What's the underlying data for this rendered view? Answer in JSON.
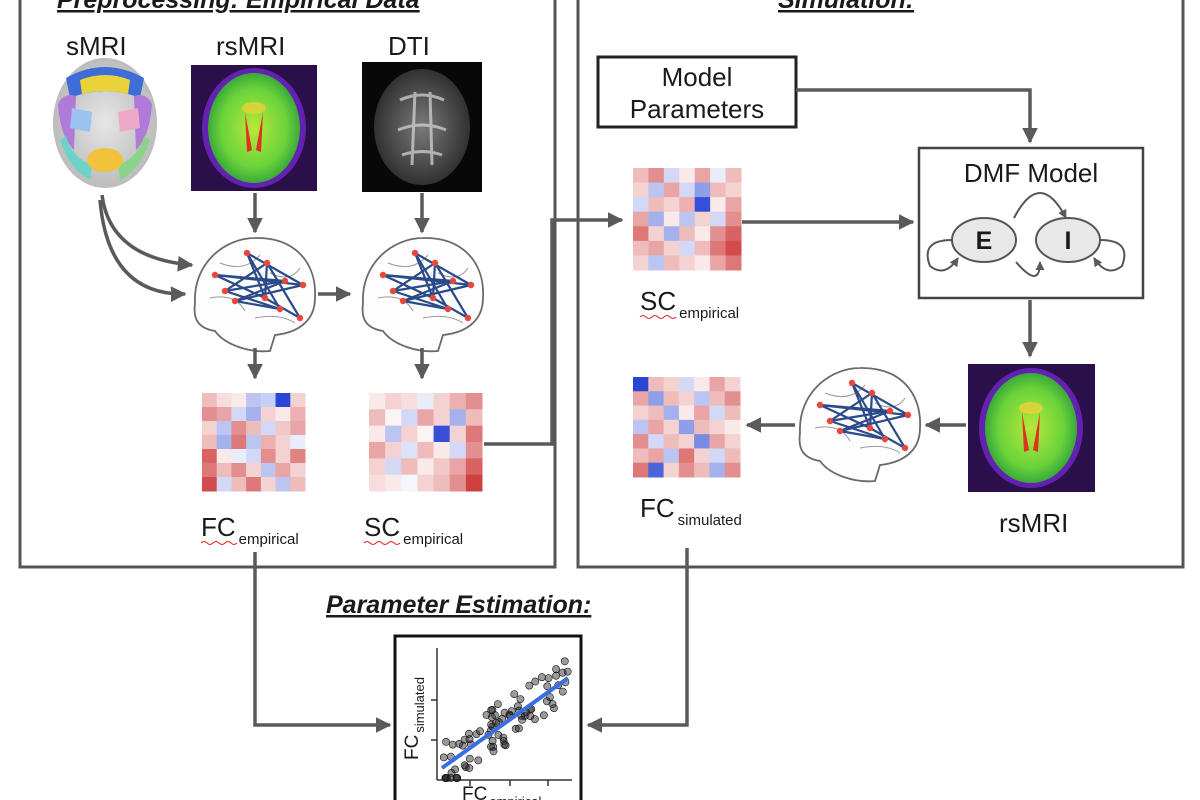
{
  "preprocessing": {
    "title": "Preprocessing: Empirical Data",
    "smri": "sMRI",
    "rsmri": "rsMRI",
    "dti": "DTI",
    "fc_main": "FC",
    "fc_sub": "empirical",
    "sc_main": "SC",
    "sc_sub": "empirical"
  },
  "simulation": {
    "title": "Simulation:",
    "model_params_line1": "Model",
    "model_params_line2": "Parameters",
    "dmf_title": "DMF Model",
    "node_e": "E",
    "node_i": "I",
    "sc_main": "SC",
    "sc_sub": "empirical",
    "fc_main": "FC",
    "fc_sub": "simulated",
    "rsmri": "rsMRI"
  },
  "estimation": {
    "title": "Parameter Estimation:",
    "ylabel_main": "FC",
    "ylabel_sub": "simulated",
    "xlabel_main": "FC",
    "xlabel_sub": "empirical"
  },
  "colors": {
    "frame": "#555555",
    "arrow": "#5a5a5a",
    "network_edge": "#2a4a8a",
    "network_node": "#e8473a",
    "fit_line": "#3a6fe0",
    "matrix_red": "#c81e1e",
    "matrix_blue": "#1e3cd2"
  },
  "matrices": {
    "fc_empirical": [
      [
        0.3,
        0.15,
        0.1,
        -0.3,
        -0.25,
        -0.95,
        0.2
      ],
      [
        0.5,
        0.4,
        -0.2,
        -0.4,
        0.2,
        0.1,
        0.35
      ],
      [
        0.2,
        -0.3,
        0.5,
        0.3,
        -0.2,
        0.25,
        0.4
      ],
      [
        0.3,
        -0.4,
        0.6,
        -0.3,
        0.35,
        0.2,
        -0.1
      ],
      [
        0.7,
        0.1,
        -0.1,
        -0.2,
        0.5,
        0.2,
        0.55
      ],
      [
        0.6,
        0.3,
        0.5,
        0.2,
        -0.3,
        0.4,
        0.2
      ],
      [
        0.8,
        -0.2,
        0.3,
        0.6,
        0.2,
        -0.3,
        0.3
      ]
    ],
    "sc_empirical": [
      [
        0.1,
        0.2,
        0.15,
        -0.1,
        0.2,
        0.35,
        0.5
      ],
      [
        0.3,
        0.05,
        -0.2,
        0.4,
        0.2,
        -0.4,
        0.3
      ],
      [
        0.1,
        -0.3,
        0.2,
        0.05,
        -0.9,
        0.2,
        0.6
      ],
      [
        0.4,
        0.2,
        -0.15,
        0.3,
        0.1,
        -0.2,
        0.5
      ],
      [
        0.2,
        -0.2,
        0.3,
        0.1,
        0.25,
        0.4,
        0.7
      ],
      [
        0.15,
        0.1,
        -0.05,
        0.2,
        0.3,
        0.5,
        0.85
      ]
    ],
    "sc_simulation": [
      [
        0.3,
        0.5,
        -0.2,
        0.1,
        0.4,
        -0.1,
        0.3
      ],
      [
        0.2,
        -0.3,
        0.4,
        -0.2,
        -0.5,
        0.3,
        0.2
      ],
      [
        -0.2,
        0.3,
        0.2,
        0.35,
        -0.9,
        0.1,
        0.4
      ],
      [
        0.4,
        -0.4,
        0.1,
        -0.3,
        0.2,
        -0.2,
        0.5
      ],
      [
        0.6,
        0.2,
        -0.4,
        0.3,
        0.1,
        0.5,
        0.7
      ],
      [
        0.3,
        0.4,
        0.2,
        -0.2,
        0.3,
        0.6,
        0.8
      ],
      [
        0.2,
        -0.3,
        0.3,
        0.2,
        0.1,
        0.4,
        0.6
      ]
    ],
    "fc_simulated": [
      [
        -0.95,
        0.3,
        0.2,
        -0.2,
        0.1,
        0.4,
        0.2
      ],
      [
        0.4,
        -0.5,
        0.3,
        0.2,
        -0.3,
        0.3,
        0.5
      ],
      [
        0.2,
        0.3,
        -0.4,
        0.1,
        0.4,
        -0.2,
        0.3
      ],
      [
        -0.3,
        0.4,
        0.2,
        -0.5,
        0.3,
        0.2,
        0.1
      ],
      [
        0.5,
        -0.2,
        0.3,
        0.2,
        -0.6,
        0.4,
        0.2
      ],
      [
        0.3,
        0.4,
        -0.3,
        0.6,
        0.2,
        -0.2,
        0.3
      ],
      [
        0.6,
        -0.8,
        0.2,
        0.5,
        0.3,
        -0.4,
        0.5
      ]
    ]
  }
}
